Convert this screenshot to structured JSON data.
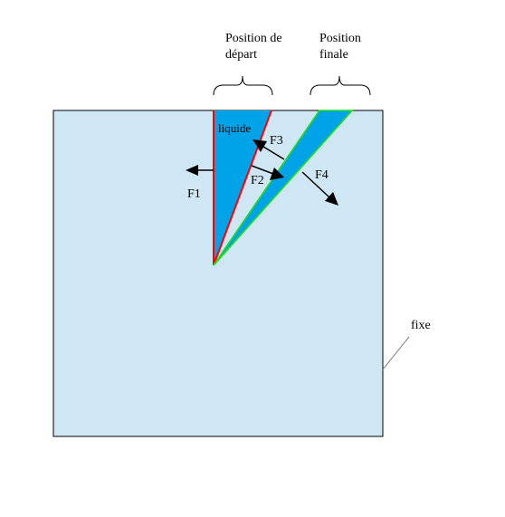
{
  "labels": {
    "start_line1": "Position de",
    "start_line2": "départ",
    "final_line1": "Position",
    "final_line2": "finale",
    "liquid": "liquide",
    "fixed": "fixe",
    "f1": "F1",
    "f2": "F2",
    "f3": "F3",
    "f4": "F4"
  },
  "colors": {
    "block_fill": "#cfe6f4",
    "block_stroke": "#000000",
    "liquid_fill": "#00a2e8",
    "start_outline": "#ff0000",
    "final_outline": "#22dd22",
    "arrow": "#000000",
    "leader": "#808080"
  }
}
